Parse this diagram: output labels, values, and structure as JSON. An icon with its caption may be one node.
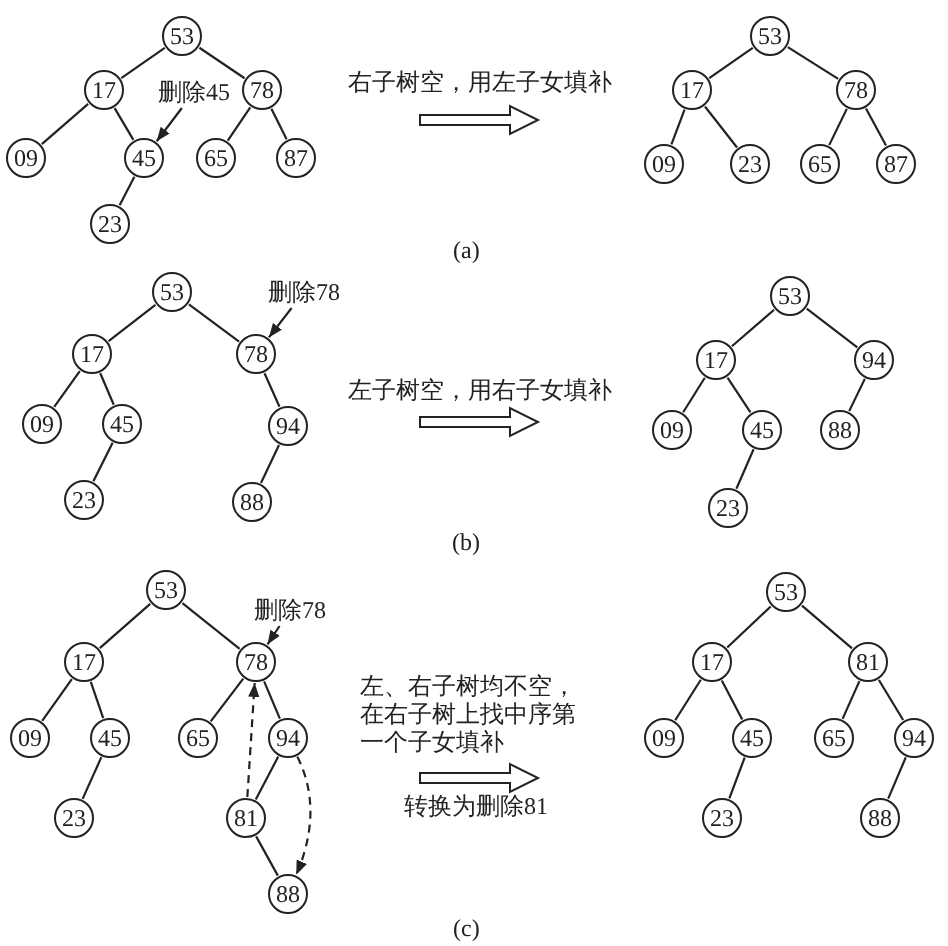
{
  "diagram": {
    "nodes": [
      {
        "text": [
          "53"
        ]
      },
      {
        "text": [
          "17"
        ]
      },
      {
        "text": [
          "78"
        ]
      },
      {
        "text": [
          "09"
        ]
      },
      {
        "text": [
          "45"
        ]
      },
      {
        "text": [
          "65"
        ]
      },
      {
        "text": [
          "87"
        ]
      },
      {
        "text": [
          "23"
        ]
      },
      {
        "text": [
          "删除45"
        ]
      },
      {
        "text": [
          "53"
        ]
      },
      {
        "text": [
          "17"
        ]
      },
      {
        "text": [
          "78"
        ]
      },
      {
        "text": [
          "09"
        ]
      },
      {
        "text": [
          "23"
        ]
      },
      {
        "text": [
          "65"
        ]
      },
      {
        "text": [
          "87"
        ]
      },
      {
        "text": [
          "53"
        ]
      },
      {
        "text": [
          "17"
        ]
      },
      {
        "text": [
          "78"
        ]
      },
      {
        "text": [
          "09"
        ]
      },
      {
        "text": [
          "45"
        ]
      },
      {
        "text": [
          "94"
        ]
      },
      {
        "text": [
          "23"
        ]
      },
      {
        "text": [
          "88"
        ]
      },
      {
        "text": [
          "删除78"
        ]
      },
      {
        "text": [
          "53"
        ]
      },
      {
        "text": [
          "17"
        ]
      },
      {
        "text": [
          "94"
        ]
      },
      {
        "text": [
          "09"
        ]
      },
      {
        "text": [
          "45"
        ]
      },
      {
        "text": [
          "88"
        ]
      },
      {
        "text": [
          "23"
        ]
      },
      {
        "text": [
          "53"
        ]
      },
      {
        "text": [
          "17"
        ]
      },
      {
        "text": [
          "78"
        ]
      },
      {
        "text": [
          "09"
        ]
      },
      {
        "text": [
          "45"
        ]
      },
      {
        "text": [
          "65"
        ]
      },
      {
        "text": [
          "94"
        ]
      },
      {
        "text": [
          "23"
        ]
      },
      {
        "text": [
          "81"
        ]
      },
      {
        "text": [
          "88"
        ]
      },
      {
        "text": [
          "删除78"
        ]
      },
      {
        "text": [
          "53"
        ]
      },
      {
        "text": [
          "17"
        ]
      },
      {
        "text": [
          "81"
        ]
      },
      {
        "text": [
          "09"
        ]
      },
      {
        "text": [
          "45"
        ]
      },
      {
        "text": [
          "65"
        ]
      },
      {
        "text": [
          "94"
        ]
      },
      {
        "text": [
          "23"
        ]
      },
      {
        "text": [
          "88"
        ]
      }
    ],
    "edges": [
      {
        "from": 0,
        "to": 1,
        "arrow": "none"
      },
      {
        "from": 0,
        "to": 2,
        "arrow": "none"
      },
      {
        "from": 1,
        "to": 3,
        "arrow": "none"
      },
      {
        "from": 1,
        "to": 4,
        "arrow": "none"
      },
      {
        "from": 2,
        "to": 5,
        "arrow": "none"
      },
      {
        "from": 2,
        "to": 6,
        "arrow": "none"
      },
      {
        "from": 4,
        "to": 7,
        "arrow": "none"
      },
      {
        "from": 8,
        "to": 4,
        "arrow": "to"
      },
      {
        "from": 9,
        "to": 10,
        "arrow": "none"
      },
      {
        "from": 9,
        "to": 11,
        "arrow": "none"
      },
      {
        "from": 10,
        "to": 12,
        "arrow": "none"
      },
      {
        "from": 10,
        "to": 13,
        "arrow": "none"
      },
      {
        "from": 11,
        "to": 14,
        "arrow": "none"
      },
      {
        "from": 11,
        "to": 15,
        "arrow": "none"
      },
      {
        "from": 16,
        "to": 17,
        "arrow": "none"
      },
      {
        "from": 16,
        "to": 18,
        "arrow": "none"
      },
      {
        "from": 17,
        "to": 19,
        "arrow": "none"
      },
      {
        "from": 17,
        "to": 20,
        "arrow": "none"
      },
      {
        "from": 18,
        "to": 21,
        "arrow": "none"
      },
      {
        "from": 20,
        "to": 22,
        "arrow": "none"
      },
      {
        "from": 21,
        "to": 23,
        "arrow": "none"
      },
      {
        "from": 24,
        "to": 18,
        "arrow": "to"
      },
      {
        "from": 25,
        "to": 26,
        "arrow": "none"
      },
      {
        "from": 25,
        "to": 27,
        "arrow": "none"
      },
      {
        "from": 26,
        "to": 28,
        "arrow": "none"
      },
      {
        "from": 26,
        "to": 29,
        "arrow": "none"
      },
      {
        "from": 27,
        "to": 30,
        "arrow": "none"
      },
      {
        "from": 29,
        "to": 31,
        "arrow": "none"
      },
      {
        "from": 32,
        "to": 33,
        "arrow": "none"
      },
      {
        "from": 32,
        "to": 34,
        "arrow": "none"
      },
      {
        "from": 33,
        "to": 35,
        "arrow": "none"
      },
      {
        "from": 33,
        "to": 36,
        "arrow": "none"
      },
      {
        "from": 34,
        "to": 37,
        "arrow": "none"
      },
      {
        "from": 34,
        "to": 38,
        "arrow": "none"
      },
      {
        "from": 36,
        "to": 39,
        "arrow": "none"
      },
      {
        "from": 38,
        "to": 40,
        "arrow": "none"
      },
      {
        "from": 40,
        "to": 41,
        "arrow": "none"
      },
      {
        "from": 42,
        "to": 34,
        "arrow": "to"
      },
      {
        "from": 40,
        "to": 34,
        "arrow": "to",
        "style": "dashed"
      },
      {
        "from": 38,
        "to": 41,
        "arrow": "to",
        "style": "dashed"
      },
      {
        "from": 43,
        "to": 44,
        "arrow": "none"
      },
      {
        "from": 43,
        "to": 45,
        "arrow": "none"
      },
      {
        "from": 44,
        "to": 46,
        "arrow": "none"
      },
      {
        "from": 44,
        "to": 47,
        "arrow": "none"
      },
      {
        "from": 45,
        "to": 48,
        "arrow": "none"
      },
      {
        "from": 45,
        "to": 49,
        "arrow": "none"
      },
      {
        "from": 47,
        "to": 50,
        "arrow": "none"
      },
      {
        "from": 49,
        "to": 51,
        "arrow": "none"
      }
    ],
    "labels": [
      "右子树空，用左子女填补",
      "(a)",
      "左子树空，用右子女填补",
      "(b)",
      "左、右子树均不空，在右子树上找中序第一个子女填补",
      "转换为删除81",
      "(c)"
    ]
  }
}
